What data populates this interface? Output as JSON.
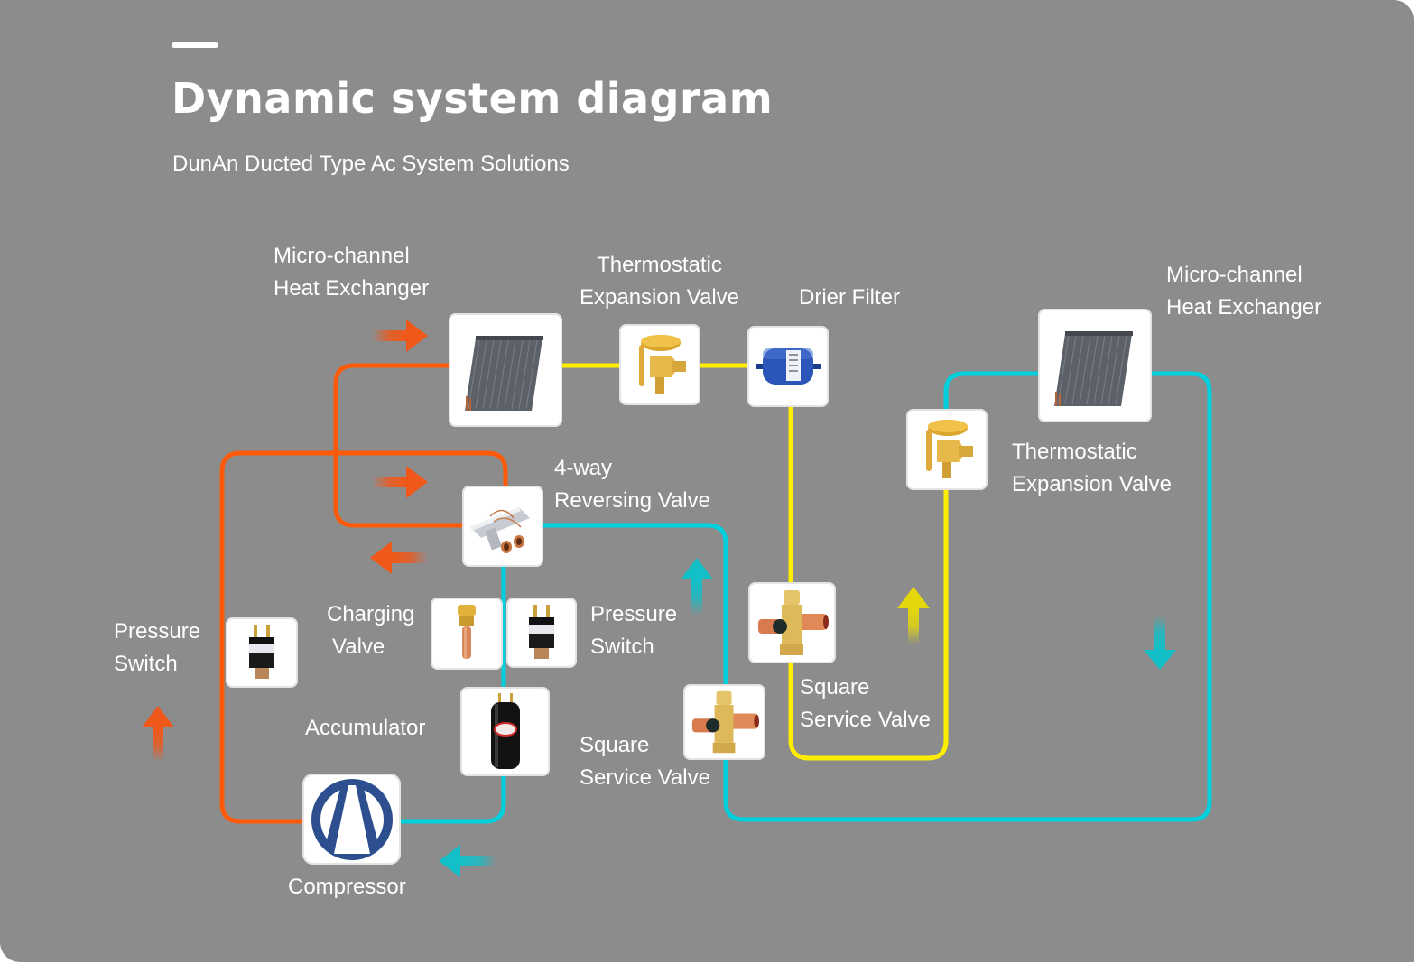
{
  "header": {
    "title": "Dynamic system diagram",
    "subtitle": "DunAn Ducted Type Ac System Solutions"
  },
  "colors": {
    "background": "#8c8c8c",
    "hot_pipe": "#ff5a0a",
    "cold_pipe": "#00d0dc",
    "liquid_pipe": "#ffee00",
    "hot_arrow": "#f0581a",
    "cold_arrow": "#14c0c8",
    "liquid_arrow": "#e4d80c",
    "compressor_logo": "#2d4f8f"
  },
  "components": {
    "indoor_hx": {
      "line1": "Micro-channel",
      "line2": "Heat Exchanger"
    },
    "txv_top": {
      "line1": "Thermostatic",
      "line2": "Expansion Valve"
    },
    "drier": {
      "line1": "Drier Filter"
    },
    "outdoor_hx": {
      "line1": "Micro-channel",
      "line2": "Heat Exchanger"
    },
    "txv_right": {
      "line1": "Thermostatic",
      "line2": "Expansion Valve"
    },
    "reversing": {
      "line1": "4-way",
      "line2": "Reversing Valve"
    },
    "charging": {
      "line1": "Charging",
      "line2": "Valve"
    },
    "pressure_left": {
      "line1": "Pressure",
      "line2": "Switch"
    },
    "pressure_mid": {
      "line1": "Pressure",
      "line2": "Switch"
    },
    "accumulator": {
      "line1": "Accumulator"
    },
    "service_valve_right": {
      "line1": "Square",
      "line2": "Service Valve"
    },
    "service_valve_left": {
      "line1": "Square",
      "line2": "Service Valve"
    },
    "compressor": {
      "line1": "Compressor"
    }
  },
  "flow_arrows": [
    {
      "name": "hot-arrow-right-top",
      "direction": "right",
      "color": "hot"
    },
    {
      "name": "hot-arrow-right-mid",
      "direction": "right",
      "color": "hot"
    },
    {
      "name": "hot-arrow-left",
      "direction": "left",
      "color": "hot"
    },
    {
      "name": "hot-arrow-up",
      "direction": "up",
      "color": "hot"
    },
    {
      "name": "cold-arrow-up",
      "direction": "up",
      "color": "cold"
    },
    {
      "name": "cold-arrow-left",
      "direction": "left",
      "color": "cold"
    },
    {
      "name": "cold-arrow-down",
      "direction": "down",
      "color": "cold"
    },
    {
      "name": "liquid-arrow-up",
      "direction": "up",
      "color": "liquid"
    }
  ]
}
